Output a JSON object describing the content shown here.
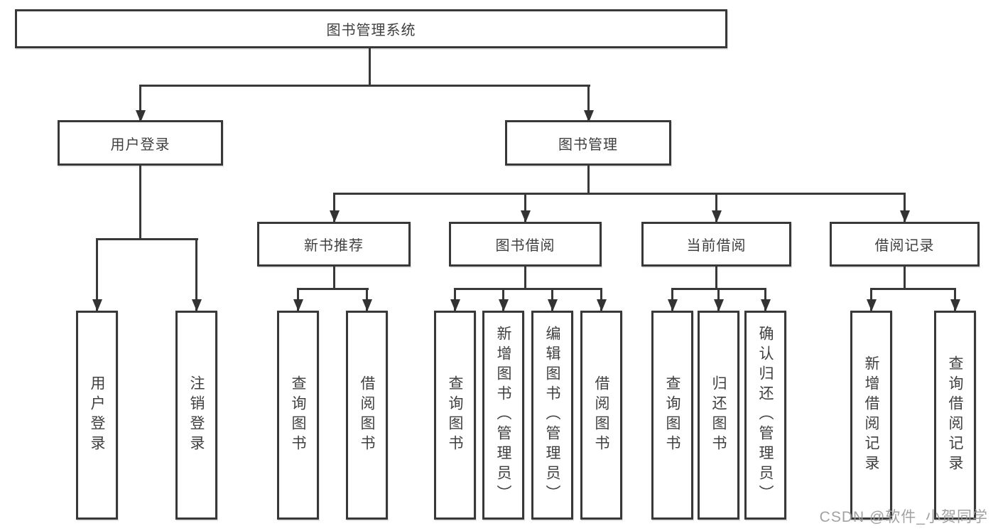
{
  "diagram": {
    "root": {
      "label": "图书管理系统"
    },
    "level2": [
      {
        "label": "用户登录"
      },
      {
        "label": "图书管理"
      }
    ],
    "level3": [
      {
        "label": "新书推荐"
      },
      {
        "label": "图书借阅"
      },
      {
        "label": "当前借阅"
      },
      {
        "label": "借阅记录"
      }
    ],
    "leaves": {
      "user_login": [
        {
          "label": "用户登录"
        },
        {
          "label": "注销登录"
        }
      ],
      "new_book_recommend": [
        {
          "label": "查询图书"
        },
        {
          "label": "借阅图书"
        }
      ],
      "book_borrowing": [
        {
          "label": "查询图书"
        },
        {
          "label": "新增图书（管理员）"
        },
        {
          "label": "编辑图书（管理员）"
        },
        {
          "label": "借阅图书"
        }
      ],
      "current_borrowing": [
        {
          "label": "查询图书"
        },
        {
          "label": "归还图书"
        },
        {
          "label": "确认归还（管理员）"
        }
      ],
      "borrowing_records": [
        {
          "label": "新增借阅记录"
        },
        {
          "label": "查询借阅记录"
        }
      ]
    }
  },
  "watermark": {
    "text": "CSDN @软件_小贺同学"
  },
  "colors": {
    "background": "#ffffff",
    "box_border": "#383838",
    "line": "#383838",
    "text": "#404040",
    "watermark": "#999999"
  }
}
